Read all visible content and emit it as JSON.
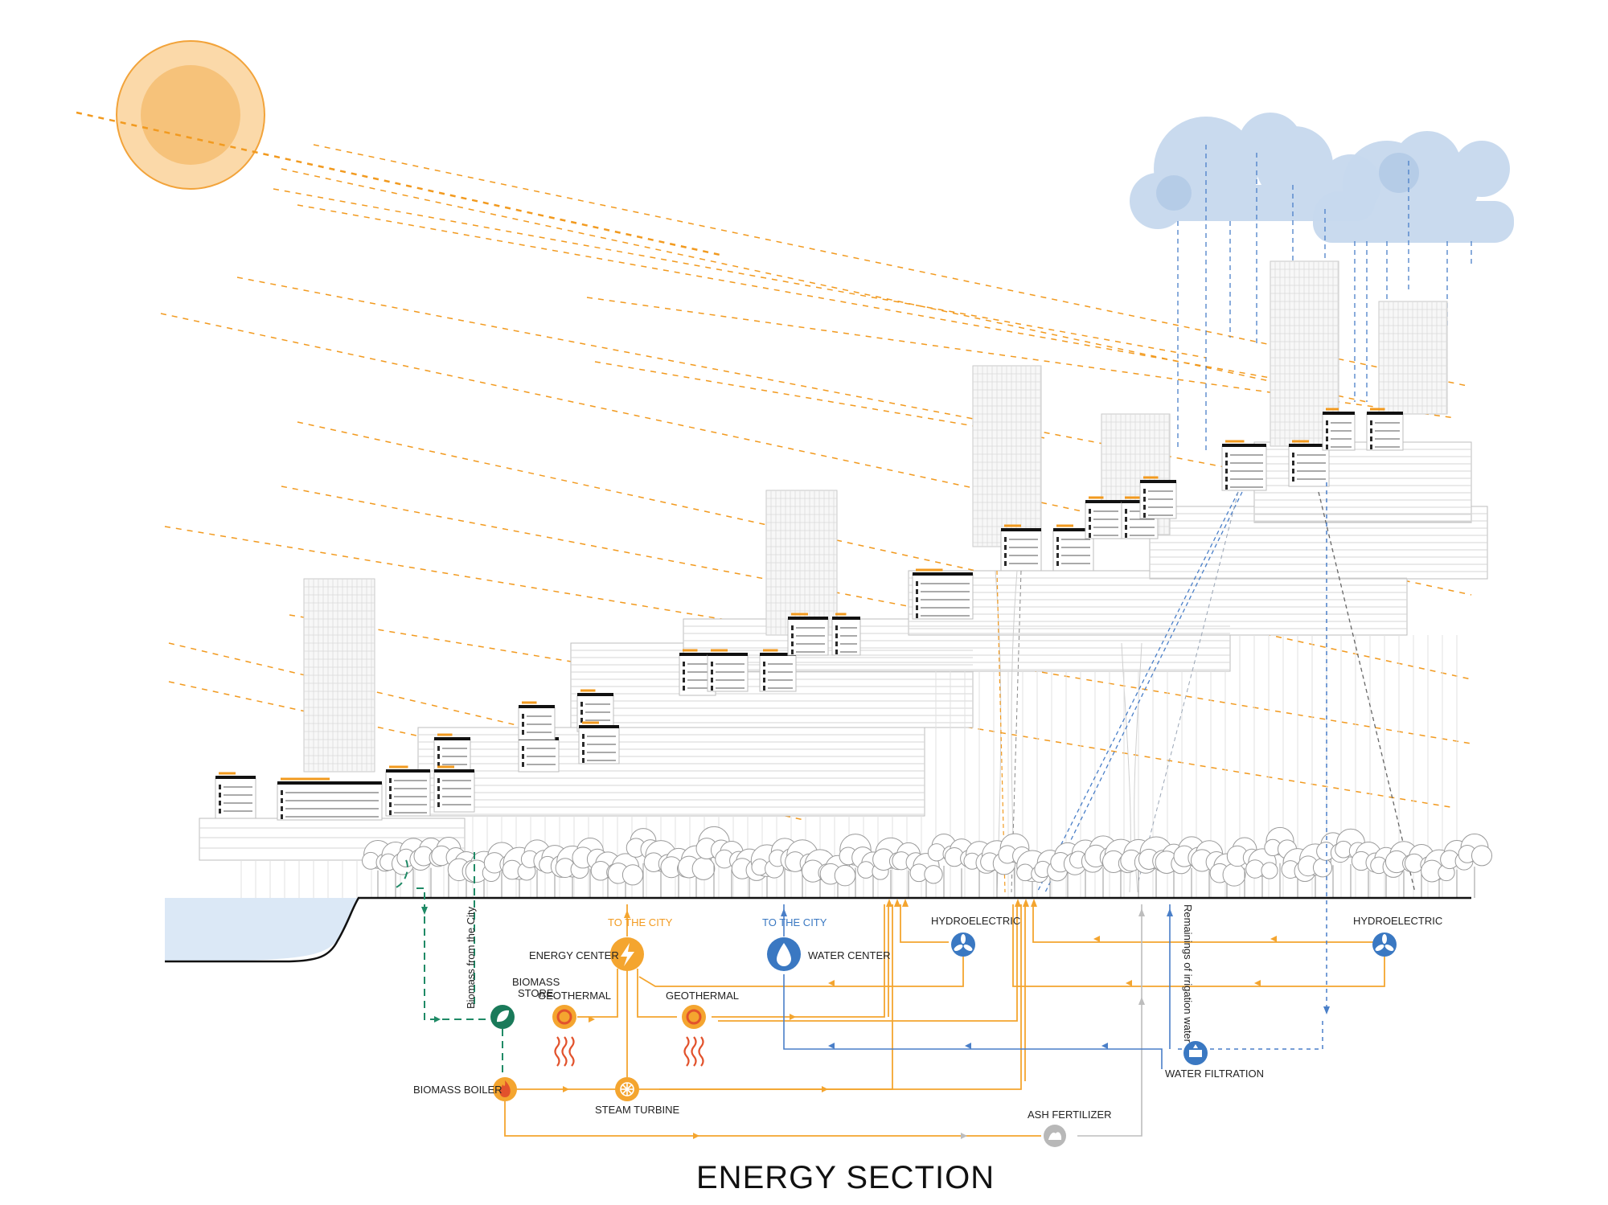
{
  "title": "ENERGY SECTION",
  "labels": {
    "to_the_city_energy": "TO THE CITY",
    "to_the_city_water": "TO THE CITY",
    "energy_center": "ENERGY CENTER",
    "water_center": "WATER CENTER",
    "hydroelectric_left": "HYDROELECTRIC",
    "hydroelectric_right": "HYDROELECTRIC",
    "geothermal_left": "GEOTHERMAL",
    "geothermal_right": "GEOTHERMAL",
    "biomass_store_line1": "BIOMASS",
    "biomass_store_line2": "STORE",
    "biomass_from_city": "Biomass from the City",
    "biomass_boiler": "BIOMASS BOILER",
    "steam_turbine": "STEAM TURBINE",
    "ash_fertilizer": "ASH FERTILIZER",
    "water_filtration": "WATER FILTRATION",
    "irrigation_remains": "Remainings of irrigation water"
  },
  "icons": {
    "sun": "sun-icon",
    "clouds": "cloud-icon",
    "energy_center": "lightning-icon",
    "water_center": "water-drop-icon",
    "hydroelectric": "fan-icon",
    "geothermal": "heat-icon",
    "biomass_store": "leaf-icon",
    "biomass_boiler": "flame-icon",
    "steam_turbine": "turbine-icon",
    "water_filtration": "filter-icon",
    "ash_fertilizer": "ash-icon"
  },
  "colors": {
    "energy": "#f4a52f",
    "water": "#4a7fc8",
    "biomass": "#1f8a66",
    "ash": "#bdbdbd",
    "sun": "#f6c27a",
    "cloud": "#c7d9ee",
    "sea": "#dbe8f6"
  }
}
